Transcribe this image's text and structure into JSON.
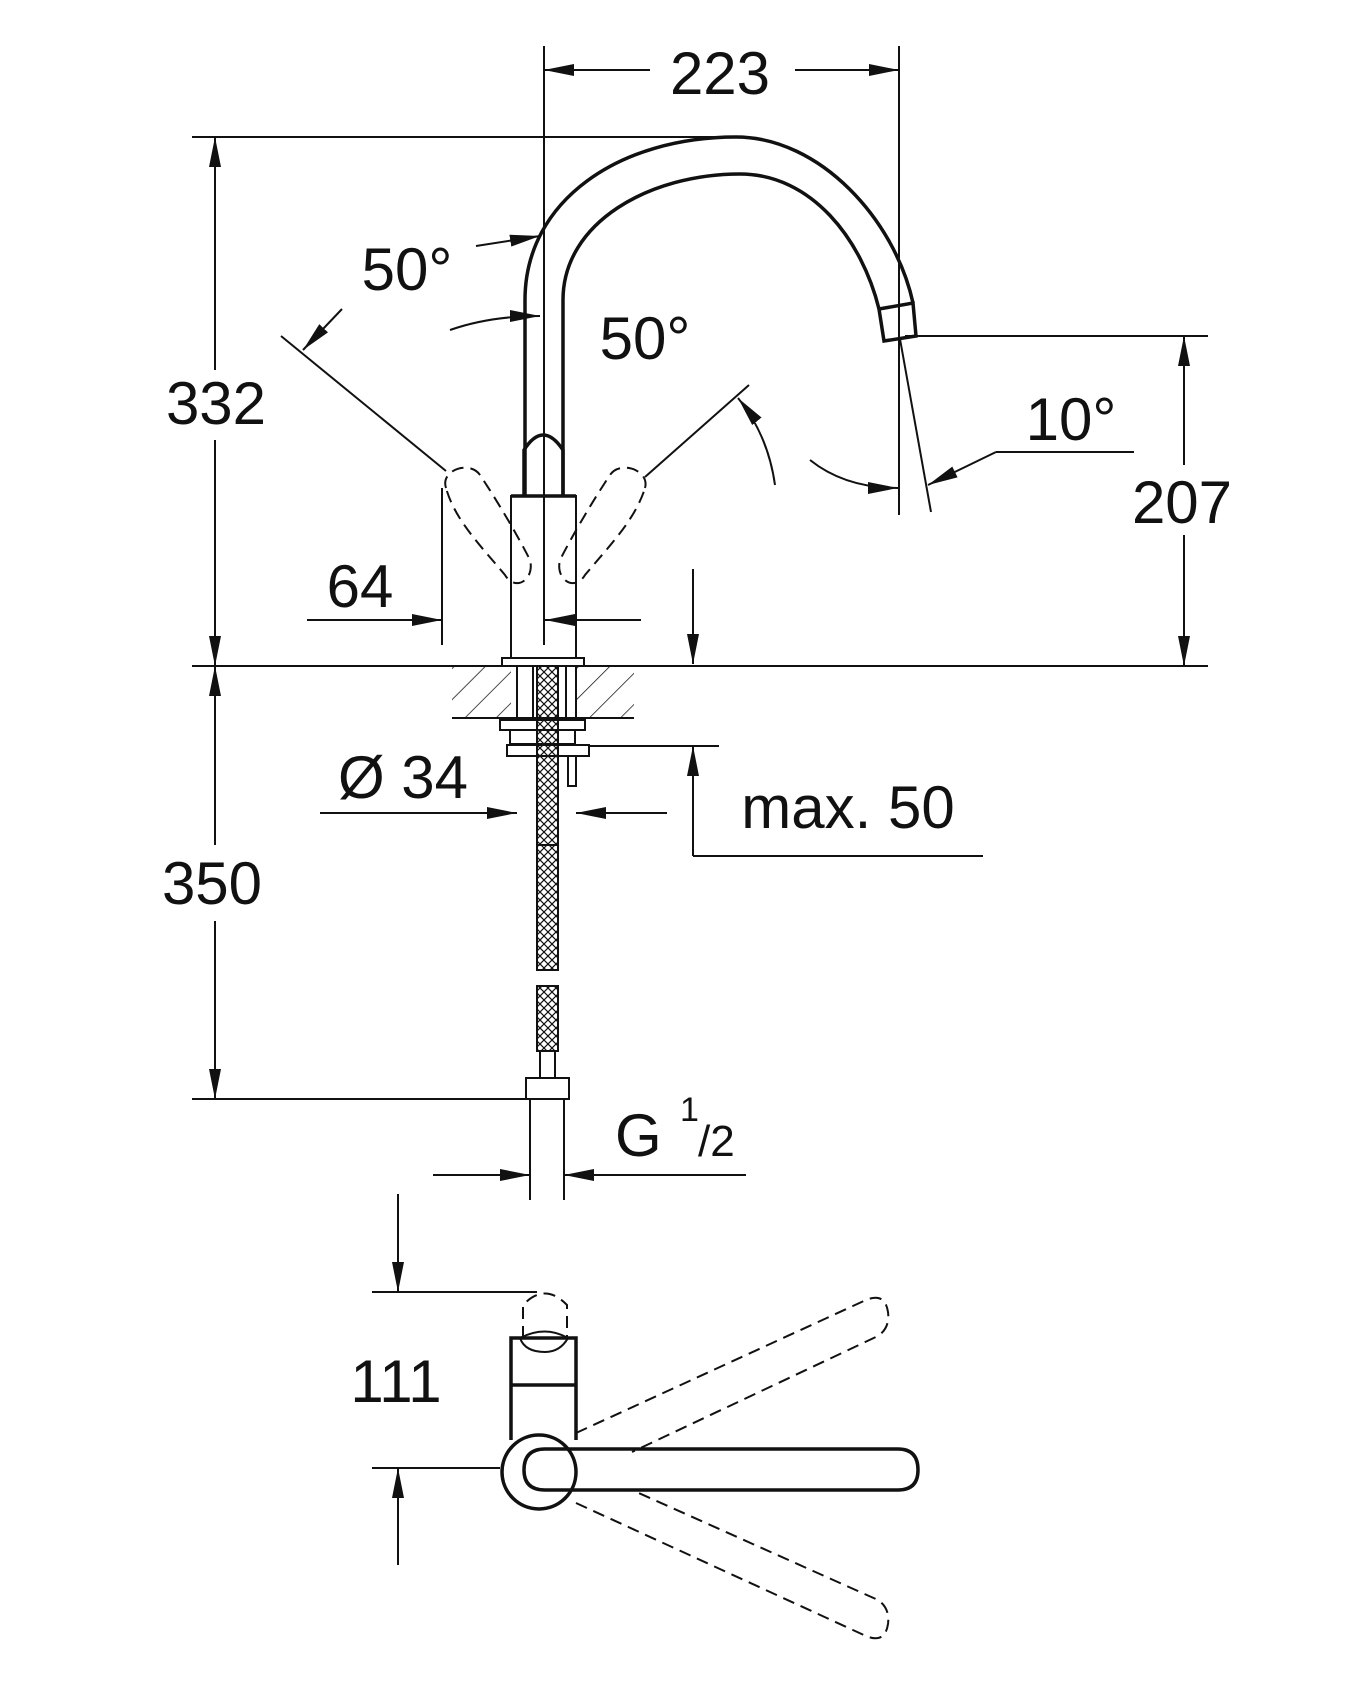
{
  "title": "Faucet dimension drawing",
  "dimensions": {
    "spout_reach": "223",
    "total_height": "332",
    "spout_height": "207",
    "lever_offset": "64",
    "hose_length": "350",
    "hole_diameter": "Ø 34",
    "counter_thickness": "max. 50",
    "thread_main": "G",
    "thread_num": "1",
    "thread_den": "/2",
    "top_view_depth": "111"
  },
  "angles": {
    "lever_left": "50°",
    "lever_right": "50°",
    "spout_tilt": "10°"
  },
  "colors": {
    "ink": "#111111",
    "background": "#ffffff"
  }
}
